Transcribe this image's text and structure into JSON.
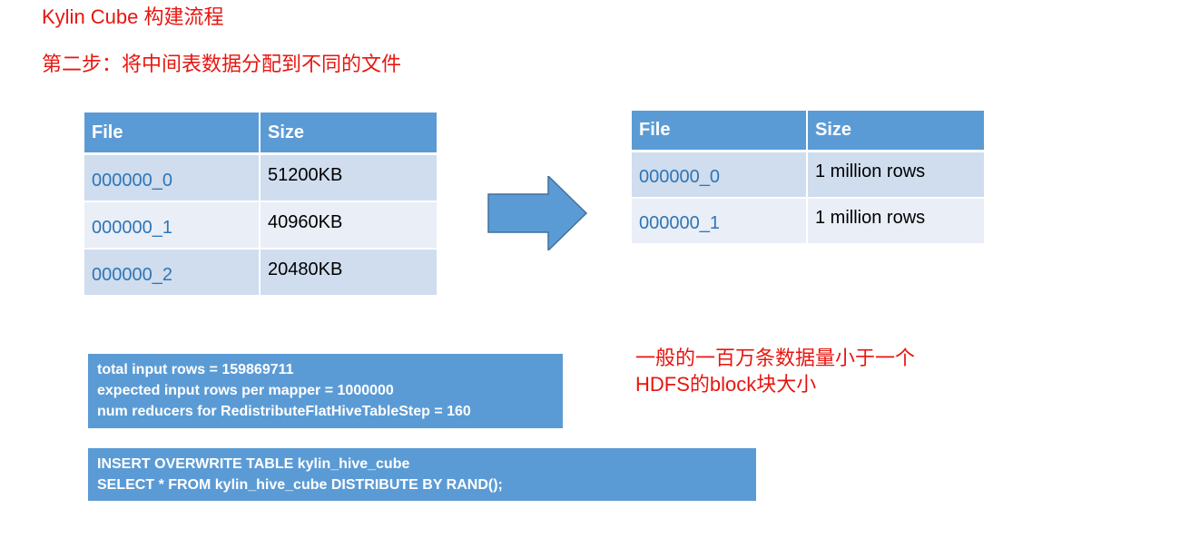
{
  "title": "Kylin Cube 构建流程",
  "subtitle": "第二步：将中间表数据分配到不同的文件",
  "left_table": {
    "headers": [
      "File",
      "Size"
    ],
    "rows": [
      {
        "file": "000000_0",
        "size": "51200KB"
      },
      {
        "file": "000000_1",
        "size": "40960KB"
      },
      {
        "file": "000000_2",
        "size": "20480KB"
      }
    ]
  },
  "right_table": {
    "headers": [
      "File",
      "Size"
    ],
    "rows": [
      {
        "file": "000000_0",
        "size": "1 million rows"
      },
      {
        "file": "000000_1",
        "size": "1 million rows"
      }
    ]
  },
  "note": {
    "line1": "一般的一百万条数据量小于一个",
    "line2": "HDFS的block块大小"
  },
  "stats_box": {
    "lines": [
      "total input rows = 159869711",
      "expected input rows per mapper = 1000000",
      "num reducers for RedistributeFlatHiveTableStep = 160"
    ]
  },
  "sql_box": {
    "lines": [
      "INSERT OVERWRITE TABLE kylin_hive_cube",
      "SELECT * FROM kylin_hive_cube DISTRIBUTE BY RAND();"
    ]
  },
  "colors": {
    "accent_blue": "#5b9bd5",
    "file_text": "#2e75b6",
    "red_text": "#e8150f"
  },
  "icons": {
    "arrow": "right-arrow-icon"
  }
}
